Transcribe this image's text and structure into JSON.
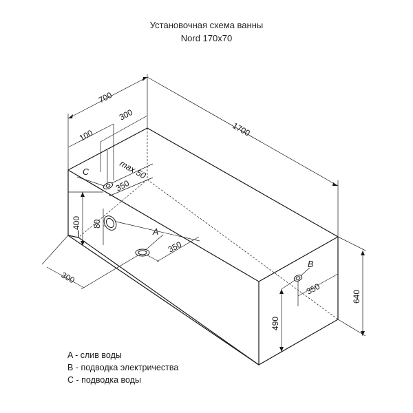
{
  "title": {
    "line1": "Установочная схема ванны",
    "line2": "Nord 170x70"
  },
  "dimensions": {
    "width_700": "700",
    "top_300": "300",
    "top_100": "100",
    "length_1700": "1700",
    "max50": "max 50",
    "c_offset_350": "350",
    "height_400": "400",
    "height_80": "80",
    "drain_350": "350",
    "left_300": "300",
    "right_350": "350",
    "height_490": "490",
    "height_640": "640"
  },
  "markers": {
    "A": "A",
    "B": "B",
    "C": "C"
  },
  "legend": [
    "A - слив воды",
    "B - подводка электричества",
    "C - подводка воды"
  ]
}
